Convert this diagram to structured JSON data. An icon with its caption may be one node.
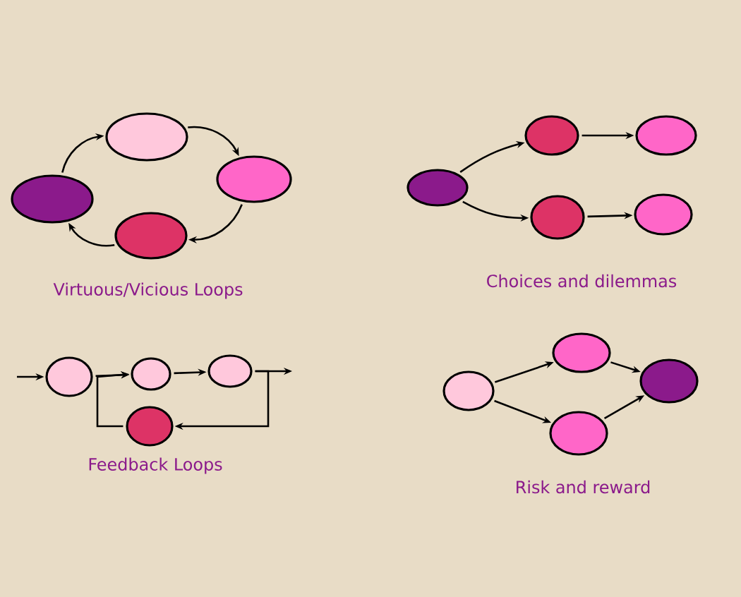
{
  "diagram": {
    "nodes": [
      {
        "text": [],
        "shape": "ellipse"
      },
      {
        "text": [],
        "shape": "ellipse"
      },
      {
        "text": [],
        "shape": "ellipse"
      },
      {
        "text": [],
        "shape": "ellipse"
      },
      {
        "text": [],
        "shape": "ellipse"
      },
      {
        "text": [],
        "shape": "ellipse"
      },
      {
        "text": [],
        "shape": "ellipse"
      },
      {
        "text": [],
        "shape": "ellipse"
      },
      {
        "text": [],
        "shape": "ellipse"
      },
      {
        "text": [],
        "shape": "ellipse"
      },
      {
        "text": [],
        "shape": "ellipse"
      },
      {
        "text": [],
        "shape": "ellipse"
      },
      {
        "text": [],
        "shape": "ellipse"
      },
      {
        "text": [],
        "shape": "ellipse"
      },
      {
        "text": [],
        "shape": "ellipse"
      },
      {
        "text": [],
        "shape": "ellipse"
      },
      {
        "text": [],
        "shape": "ellipse"
      }
    ],
    "edges": [
      {
        "from": 1,
        "to": 0,
        "arrow": "to"
      },
      {
        "from": 0,
        "to": 2,
        "arrow": "to"
      },
      {
        "from": 2,
        "to": 3,
        "arrow": "to"
      },
      {
        "from": 3,
        "to": 1,
        "arrow": "to"
      },
      {
        "from": 4,
        "to": 5,
        "arrow": "to"
      },
      {
        "from": 5,
        "to": 6,
        "arrow": "to"
      },
      {
        "from": 4,
        "to": 7,
        "arrow": "to"
      },
      {
        "from": 7,
        "to": 8,
        "arrow": "to"
      },
      {
        "from": null,
        "to": 9,
        "arrow": "to"
      },
      {
        "from": 9,
        "to": 10,
        "arrow": "to"
      },
      {
        "from": 10,
        "to": 11,
        "arrow": "to"
      },
      {
        "from": 11,
        "to": null,
        "arrow": "to"
      },
      {
        "from": 11,
        "to": 12,
        "arrow": "to"
      },
      {
        "from": 12,
        "to": 10,
        "arrow": "to"
      },
      {
        "from": 13,
        "to": 14,
        "arrow": "to"
      },
      {
        "from": 13,
        "to": 15,
        "arrow": "to"
      },
      {
        "from": 14,
        "to": 16,
        "arrow": "to"
      },
      {
        "from": 15,
        "to": 16,
        "arrow": "to"
      }
    ],
    "labels": [
      "Virtuous/Vicious Loops",
      "Choices and dilemmas",
      "Feedback Loops",
      "Risk and reward"
    ]
  }
}
